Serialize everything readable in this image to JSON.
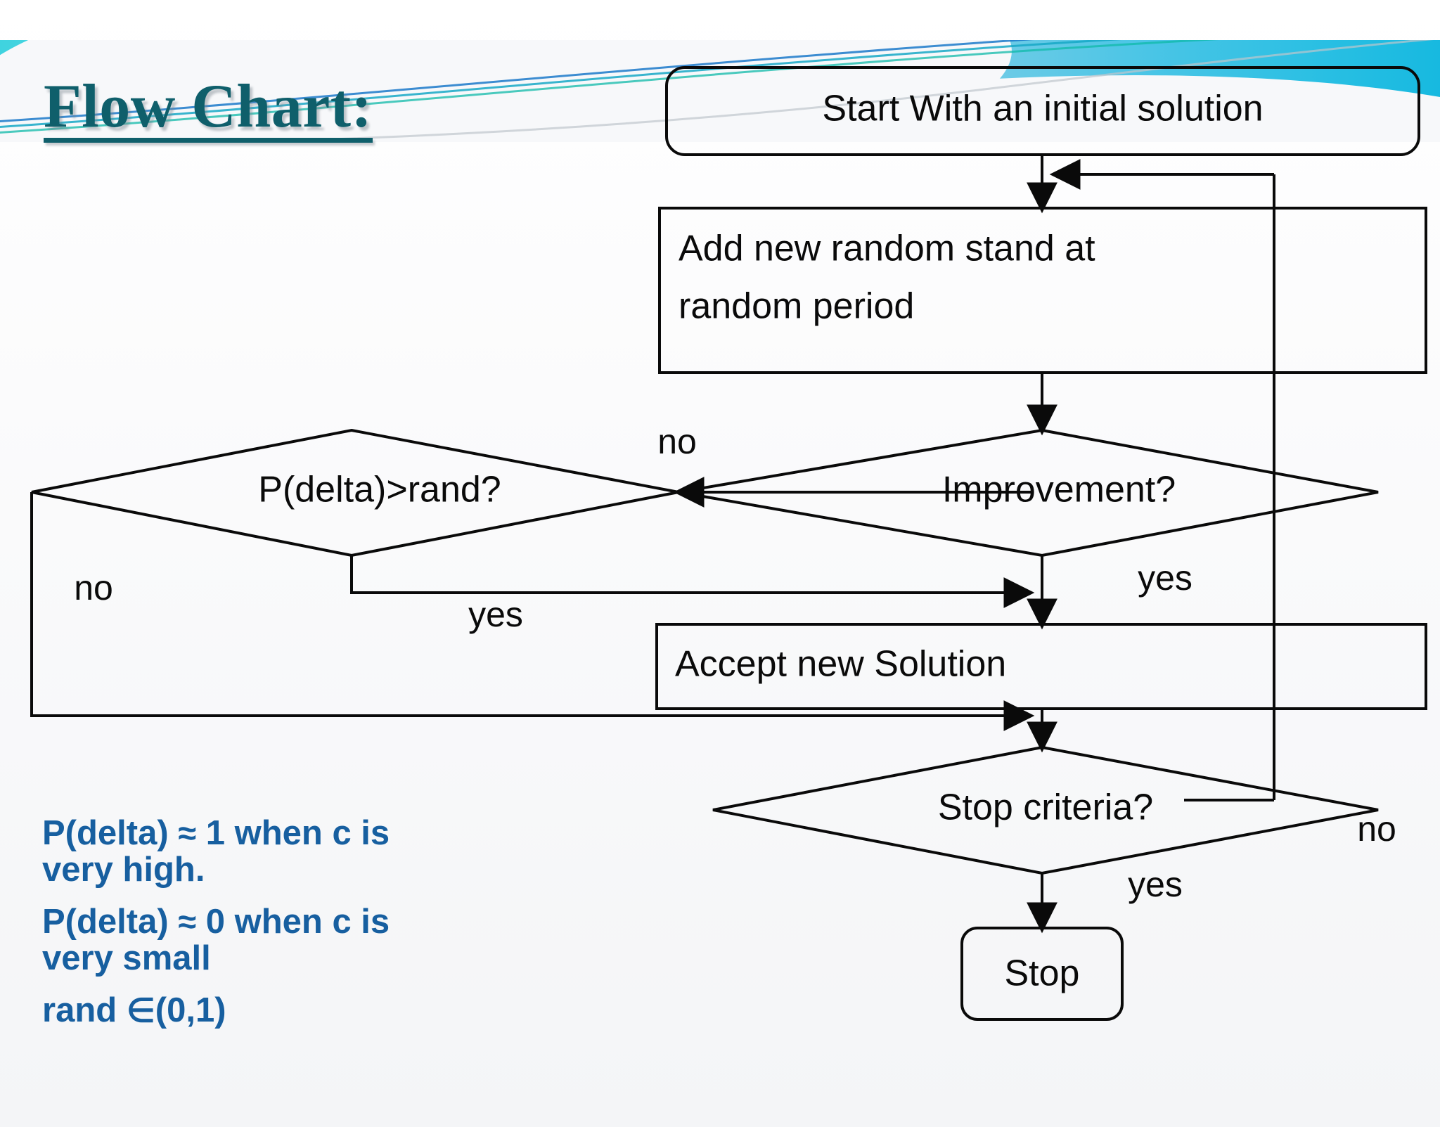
{
  "slide": {
    "title": "Flow Chart:",
    "title_color": "#0f5f6b",
    "accent_band_color": "#3fd3df",
    "note_color": "#175fa0"
  },
  "flowchart": {
    "type": "flowchart",
    "nodes": [
      {
        "id": "start",
        "shape": "rounded-rect",
        "label": "Start With an initial solution"
      },
      {
        "id": "add",
        "shape": "rect",
        "label": "Add new random stand at\nrandom period",
        "line1": "Add new random stand at",
        "line2": "random period"
      },
      {
        "id": "improvement",
        "shape": "diamond",
        "label": "Improvement?"
      },
      {
        "id": "pdelta",
        "shape": "diamond",
        "label": "P(delta)>rand?"
      },
      {
        "id": "accept",
        "shape": "rect",
        "label": "Accept new Solution"
      },
      {
        "id": "stopcrit",
        "shape": "diamond",
        "label": "Stop criteria?"
      },
      {
        "id": "stop",
        "shape": "rounded-rect",
        "label": "Stop"
      }
    ],
    "edges": [
      {
        "from": "start",
        "to": "add",
        "label": ""
      },
      {
        "from": "add",
        "to": "improvement",
        "label": ""
      },
      {
        "from": "improvement",
        "to": "pdelta",
        "label": "no"
      },
      {
        "from": "improvement",
        "to": "accept",
        "label": "yes"
      },
      {
        "from": "pdelta",
        "to": "accept",
        "label": "yes"
      },
      {
        "from": "pdelta",
        "to": "stopcrit",
        "label": "no"
      },
      {
        "from": "accept",
        "to": "stopcrit",
        "label": ""
      },
      {
        "from": "stopcrit",
        "to": "stop",
        "label": "yes"
      },
      {
        "from": "stopcrit",
        "to": "add",
        "label": "no"
      }
    ],
    "labels": {
      "no_top": "no",
      "no_left": "no",
      "yes_left": "yes",
      "yes_right": "yes",
      "yes_stop": "yes",
      "no_right": "no"
    }
  },
  "notes": {
    "line1": "P(delta) ≈ 1 when c is very high.",
    "line2": "P(delta) ≈ 0 when c is very small",
    "line3": "rand ∈(0,1)",
    "line1_a": "P(delta)",
    "line1_sym": "≈",
    "line1_b": "1 when c is",
    "line1_c": "very high.",
    "line2_a": "P(delta)",
    "line2_sym": "≈",
    "line2_b": "0 when c is",
    "line2_c": "very small",
    "line3_a": "rand",
    "line3_sym": "∈",
    "line3_b": "(0,1)"
  }
}
